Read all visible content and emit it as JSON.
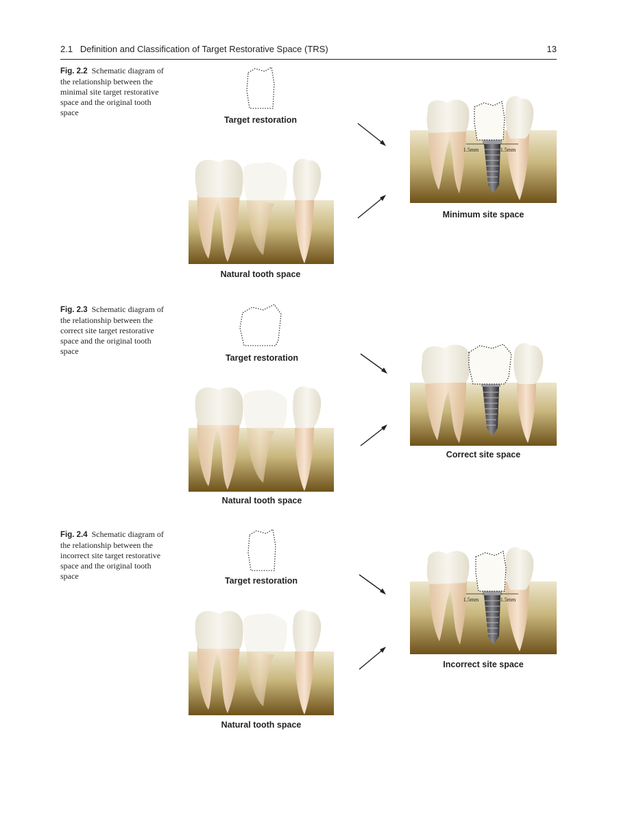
{
  "header": {
    "section": "2.1",
    "title": "Definition and Classification of Target Restorative Space (TRS)",
    "page_number": "13"
  },
  "figures": [
    {
      "fig_label": "Fig. 2.2",
      "caption": "Schematic diagram of the relationship between the minimal site target restorative space and the original tooth space",
      "target_label": "Target restoration",
      "natural_label": "Natural tooth space",
      "result_label": "Minimum site space",
      "dim_left": "1.5mm",
      "dim_right": "1.5mm"
    },
    {
      "fig_label": "Fig. 2.3",
      "caption": "Schematic diagram of the relationship between the correct site target restorative space and the original tooth space",
      "target_label": "Target restoration",
      "natural_label": "Natural tooth space",
      "result_label": "Correct site space"
    },
    {
      "fig_label": "Fig. 2.4",
      "caption": "Schematic diagram of the relationship between the incorrect site target restorative space and the original tooth space",
      "target_label": "Target restoration",
      "natural_label": "Natural tooth space",
      "result_label": "Incorrect site space",
      "dim_left": "1.5mm",
      "dim_right": "1.5mm"
    }
  ],
  "colors": {
    "gum_top": "#e9e2c8",
    "gum_bottom": "#7a5e22",
    "crown": "#f2efe6",
    "root": "#f0d8bf",
    "implant": "#4a4a4e"
  }
}
